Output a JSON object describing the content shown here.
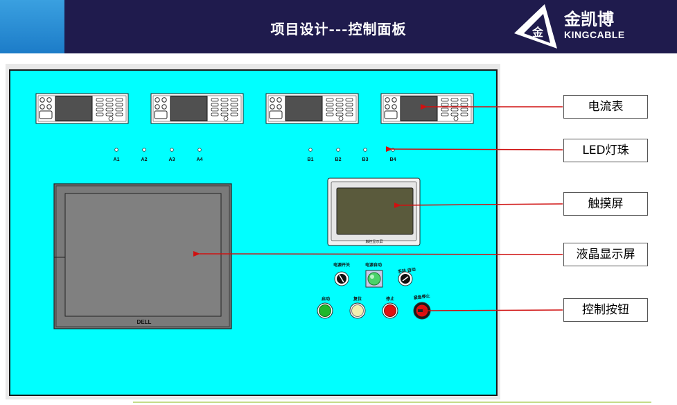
{
  "header": {
    "title": "项目设计---控制面板",
    "logo_cn": "金凯博",
    "logo_en": "KINGCABLE"
  },
  "led_labels_a": [
    "A1",
    "A2",
    "A3",
    "A4"
  ],
  "led_labels_b": [
    "B1",
    "B2",
    "B3",
    "B4"
  ],
  "monitor_brand": "DELL",
  "touchscreen_caption": "触控显示屏",
  "switch_labels": [
    "电源开关",
    "电源自动",
    "手动 自动"
  ],
  "button_labels": [
    "启动",
    "复位",
    "停止",
    "紧急停止"
  ],
  "callouts": {
    "ammeter": "电流表",
    "led": "LED灯珠",
    "touchscreen": "触摸屏",
    "lcd": "液晶显示屏",
    "buttons": "控制按钮"
  },
  "colors": {
    "panel": "#00ffff",
    "arrow": "#d01010",
    "header_bg": "#1f1b4d",
    "green_button": "#1fb82c",
    "yellow_button": "#f2efb0",
    "red_button": "#e01010"
  }
}
